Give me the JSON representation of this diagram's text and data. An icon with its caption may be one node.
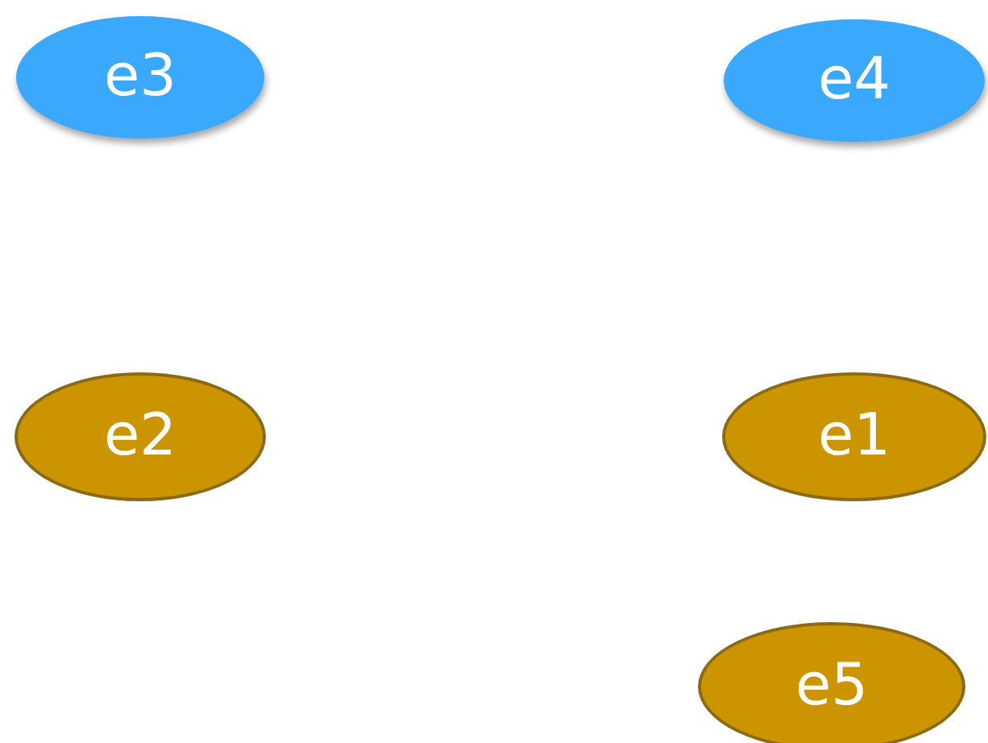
{
  "diagram": {
    "nodes": [
      {
        "text": [
          "e3"
        ]
      },
      {
        "text": [
          "e4"
        ]
      },
      {
        "text": [
          "e2"
        ]
      },
      {
        "text": [
          "e1"
        ]
      },
      {
        "text": [
          "e5"
        ]
      }
    ]
  }
}
